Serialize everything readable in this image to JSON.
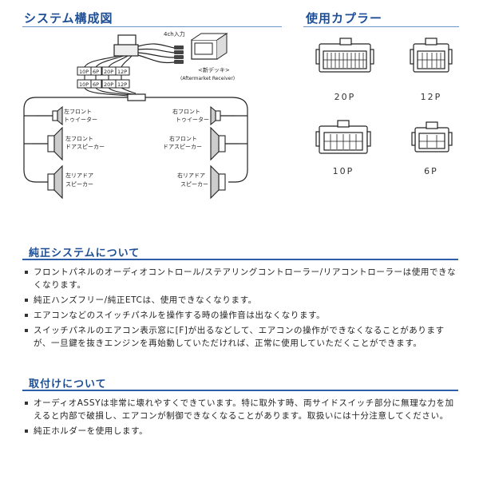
{
  "system_diagram": {
    "title": "システム構成図",
    "labels": {
      "input_4ch": "4ch入力",
      "new_deck": "<新デッキ>",
      "aftermarket": "(Aftermarket Receiver)",
      "connector_row1": [
        "10P",
        "6P",
        "20P",
        "12P"
      ],
      "connector_row2": [
        "10P",
        "6P",
        "20P",
        "12P"
      ],
      "left_front_tweeter": [
        "左フロント",
        "トゥイーター"
      ],
      "right_front_tweeter": [
        "右フロント",
        "トゥイーター"
      ],
      "left_front_door": [
        "左フロント",
        "ドアスピーカー"
      ],
      "right_front_door": [
        "右フロント",
        "ドアスピーカー"
      ],
      "left_rear_door": [
        "左リアドア",
        "スピーカー"
      ],
      "right_rear_door": [
        "右リアドア",
        "スピーカー"
      ]
    }
  },
  "couplers": {
    "title": "使用カプラー",
    "items": [
      {
        "label": "20P"
      },
      {
        "label": "12P"
      },
      {
        "label": "10P"
      },
      {
        "label": "6P"
      }
    ]
  },
  "genuine_system": {
    "heading": "純正システムについて",
    "items": [
      "フロントパネルのオーディオコントロール/ステアリングコントローラー/リアコントローラーは使用できなくなります。",
      "純正ハンズフリー/純正ETCは、使用できなくなります。",
      "エアコンなどのスイッチパネルを操作する時の操作音は出なくなります。",
      "スイッチパネルのエアコン表示窓に[F]が出るなどして、エアコンの操作ができなくなることがありますが、一旦鍵を抜きエンジンを再始動していただければ、正常に使用していただくことができます。"
    ]
  },
  "installation": {
    "heading": "取付けについて",
    "items": [
      "オーディオASSYは非常に壊れやすくできています。特に取外す時、両サイドスイッチ部分に無理な力を加えると内部で破損し、エアコンが制御できなくなることがあります。取扱いには十分注意してください。",
      "純正ホルダーを使用します。"
    ]
  }
}
